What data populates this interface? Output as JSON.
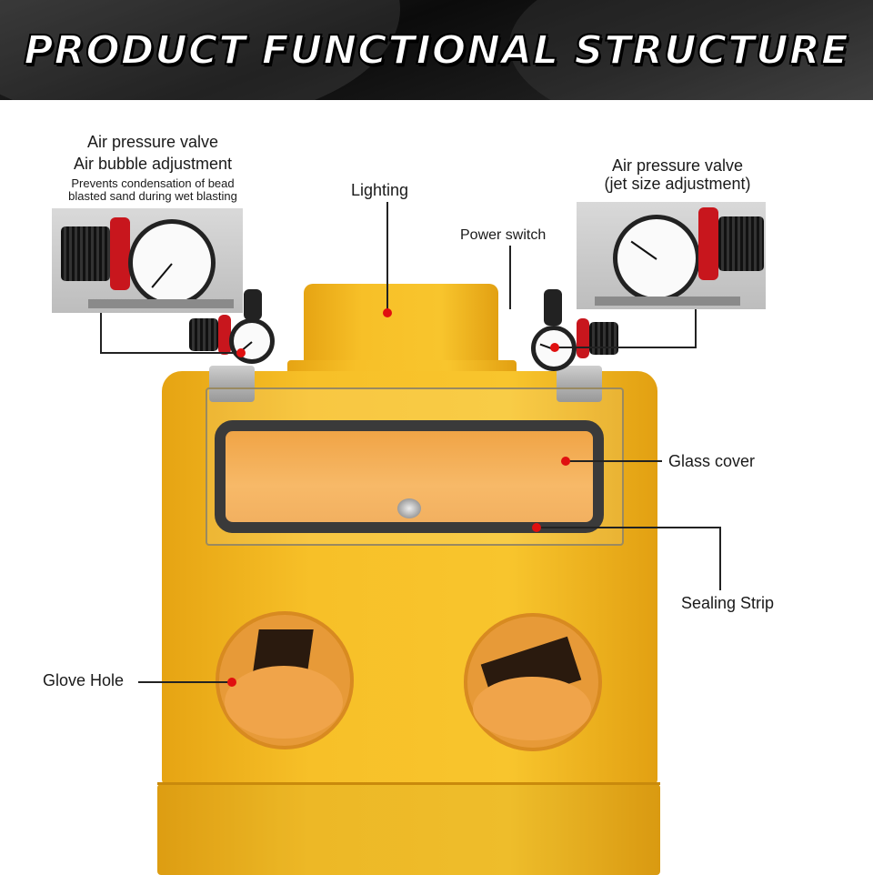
{
  "banner": {
    "title": "PRODUCT FUNCTIONAL STRUCTURE"
  },
  "labels": {
    "left_valve_line1": "Air pressure valve",
    "left_valve_line2": "Air bubble adjustment",
    "left_valve_note1": "Prevents condensation of bead",
    "left_valve_note2": "blasted sand during wet blasting",
    "lighting": "Lighting",
    "power_switch": "Power switch",
    "right_valve_line1": "Air pressure valve",
    "right_valve_line2": "(jet size adjustment)",
    "glass_cover": "Glass cover",
    "sealing_strip": "Sealing Strip",
    "glove_hole": "Glove Hole"
  },
  "colors": {
    "body": "#f5bd28",
    "marker": "#e01010",
    "seal": "#3a3a3a"
  }
}
